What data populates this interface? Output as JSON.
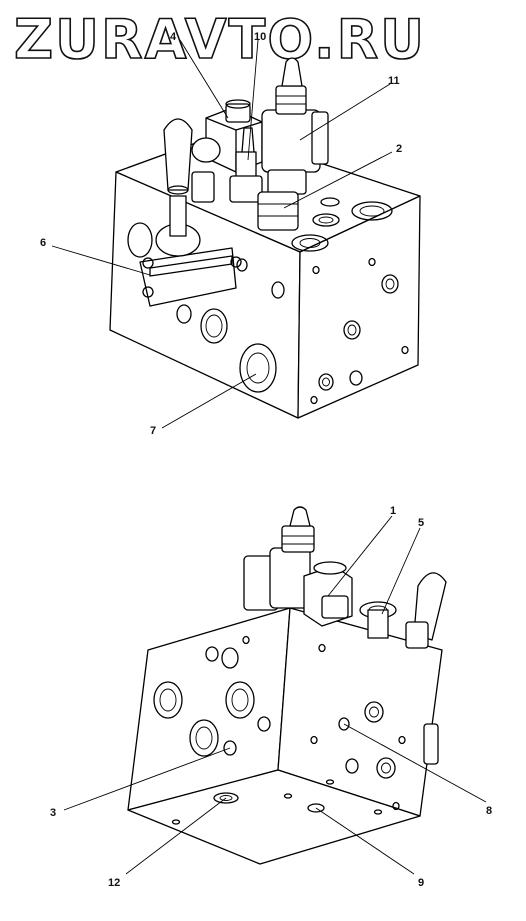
{
  "watermark": "ZURAVTO.RU",
  "labels": {
    "l1": "1",
    "l2": "2",
    "l3": "3",
    "l4": "4",
    "l5": "5",
    "l6": "6",
    "l7": "7",
    "l8": "8",
    "l9": "9",
    "l10": "10",
    "l11": "11",
    "l12": "12"
  },
  "colors": {
    "line": "#000000",
    "background": "#ffffff"
  }
}
